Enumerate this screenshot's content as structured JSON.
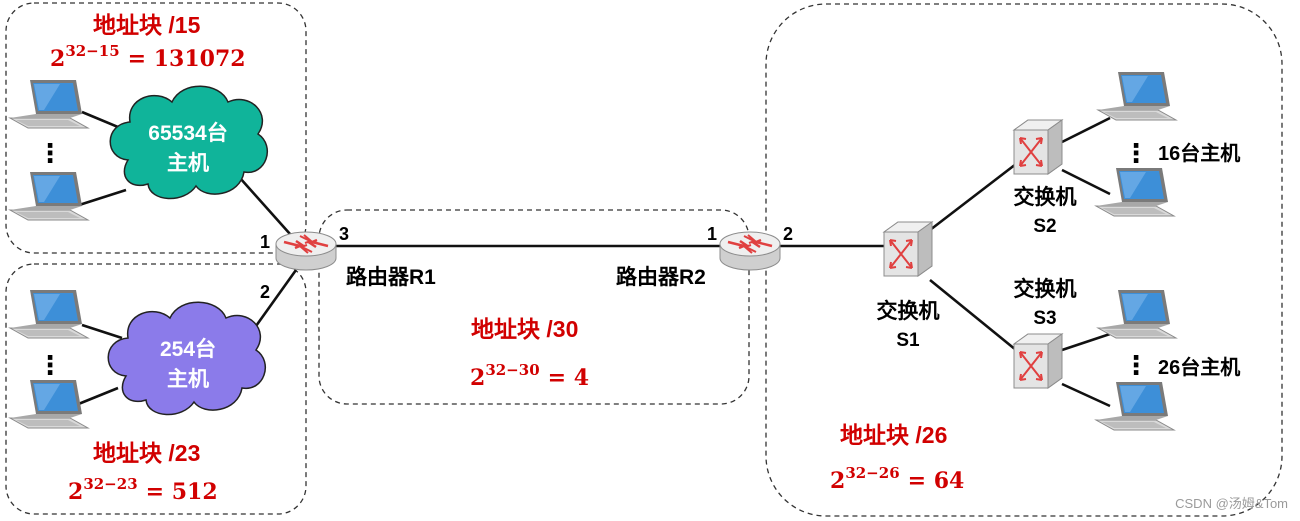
{
  "blocks": {
    "left_top": {
      "title": "地址块 /15",
      "formula_base": "2",
      "formula_exp": "32−15",
      "formula_eq": "= 131072"
    },
    "left_bottom": {
      "title": "地址块 /23",
      "formula_base": "2",
      "formula_exp": "32−23",
      "formula_eq": "= 512"
    },
    "middle": {
      "title": "地址块 /30",
      "formula_base": "2",
      "formula_exp": "32−30",
      "formula_eq": "= 4"
    },
    "right": {
      "title": "地址块 /26",
      "formula_base": "2",
      "formula_exp": "32−26",
      "formula_eq": "= 64"
    }
  },
  "clouds": {
    "top": {
      "line1": "65534台",
      "line2": "主机",
      "color": "#10b49a"
    },
    "bottom": {
      "line1": "254台",
      "line2": "主机",
      "color": "#8b7bea"
    }
  },
  "routers": {
    "r1": {
      "label": "路由器R1",
      "ports": [
        "1",
        "2",
        "3"
      ]
    },
    "r2": {
      "label": "路由器R2",
      "ports": [
        "1",
        "2"
      ]
    }
  },
  "switches": {
    "s1": {
      "line1": "交换机",
      "line2": "S1"
    },
    "s2": {
      "line1": "交换机",
      "line2": "S2"
    },
    "s3": {
      "line1": "交换机",
      "line2": "S3"
    }
  },
  "hosts": {
    "s2_group": "16台主机",
    "s3_group": "26台主机",
    "ellipsis": "⋮"
  },
  "watermark": "CSDN @汤姆&Tom",
  "colors": {
    "red": "#d10000",
    "laptop_screen": "#3d8fd8",
    "router_body": "#e8e8e8",
    "arrow": "#e04040"
  }
}
